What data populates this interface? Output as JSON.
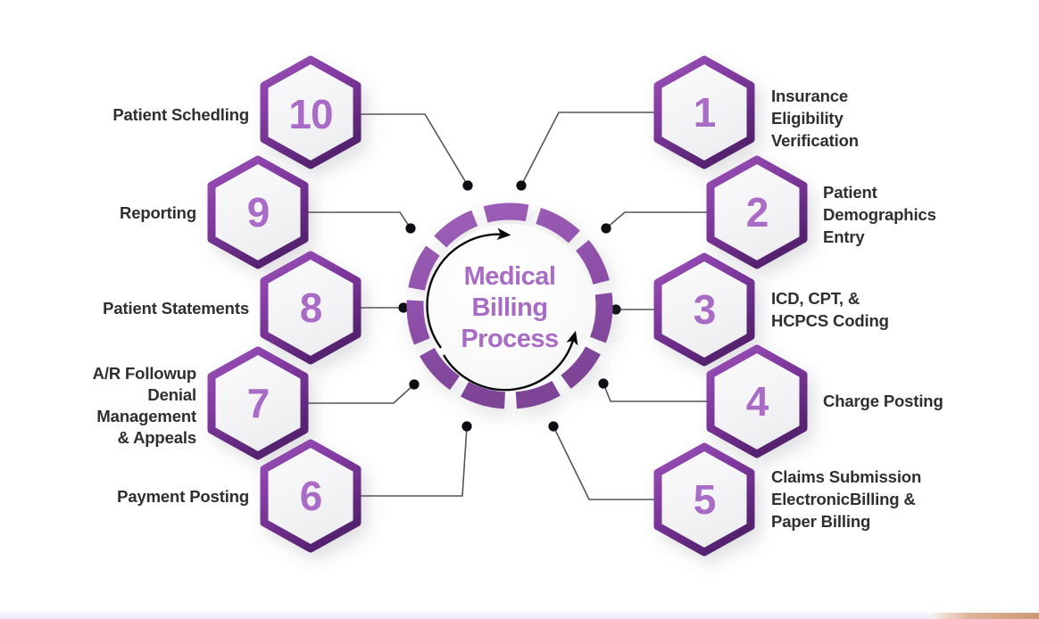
{
  "diagram": {
    "title": "Medical Billing Process",
    "title_lines": [
      "Medical",
      "Billing",
      "Process"
    ],
    "colors": {
      "hex_border_light": "#9b52b8",
      "hex_border_dark": "#5b2877",
      "hex_fill": "#f4f4f6",
      "number_purple": "#a96cc6",
      "ring_purple": "#9257ad",
      "title_purple": "#a86cc4",
      "label_text": "#2f2f33",
      "connector_line": "#55555c",
      "connector_dot": "#0d0d12",
      "background": "#ffffff"
    },
    "steps": [
      {
        "number": "1",
        "label": "Insurance Eligibility Verification",
        "label_lines": [
          "Insurance",
          "Eligibility",
          "Verification"
        ],
        "side": "right"
      },
      {
        "number": "2",
        "label": "Patient Demographics Entry",
        "label_lines": [
          "Patient",
          "Demographics",
          "Entry"
        ],
        "side": "right"
      },
      {
        "number": "3",
        "label": "ICD, CPT, & HCPCS Coding",
        "label_lines": [
          "ICD, CPT, &",
          "HCPCS Coding"
        ],
        "side": "right"
      },
      {
        "number": "4",
        "label": "Charge Posting",
        "label_lines": [
          "Charge Posting"
        ],
        "side": "right"
      },
      {
        "number": "5",
        "label": "Claims Submission ElectronicBilling & Paper Billing",
        "label_lines": [
          "Claims Submission",
          "ElectronicBilling &",
          "Paper Billing"
        ],
        "side": "right"
      },
      {
        "number": "6",
        "label": "Payment Posting",
        "label_lines": [
          "Payment Posting"
        ],
        "side": "left"
      },
      {
        "number": "7",
        "label": "A/R Followup Denial Management & Appeals",
        "label_lines": [
          "A/R Followup",
          "Denial",
          "Management",
          "& Appeals"
        ],
        "side": "left"
      },
      {
        "number": "8",
        "label": "Patient Statements",
        "label_lines": [
          "Patient Statements"
        ],
        "side": "left"
      },
      {
        "number": "9",
        "label": "Reporting",
        "label_lines": [
          "Reporting"
        ],
        "side": "left"
      },
      {
        "number": "10",
        "label": "Patient Schedling",
        "label_lines": [
          "Patient Schedling"
        ],
        "side": "left"
      }
    ]
  }
}
